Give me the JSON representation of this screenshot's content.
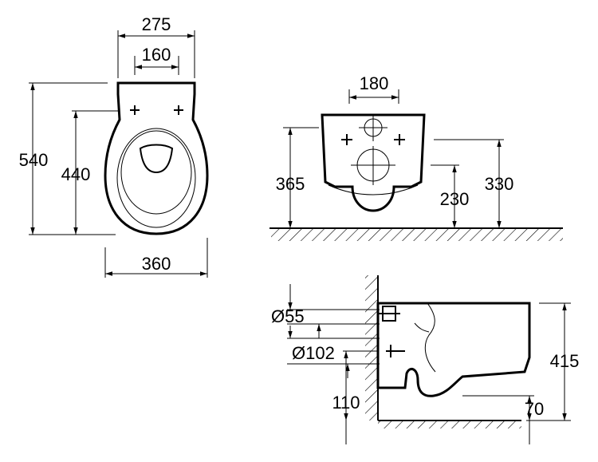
{
  "views": {
    "top": {
      "width_overall": "275",
      "width_fixing": "160",
      "length_total": "540",
      "length_fixing": "440",
      "width_bowl": "360"
    },
    "front": {
      "fixing_spacing": "180",
      "height_total": "365",
      "height_outlet": "230",
      "height_fixing": "330"
    },
    "side": {
      "diameter_inlet": "Ø55",
      "diameter_outlet": "Ø102",
      "height_outlet_center": "110",
      "height_total": "415",
      "height_floor_gap": "70"
    }
  }
}
